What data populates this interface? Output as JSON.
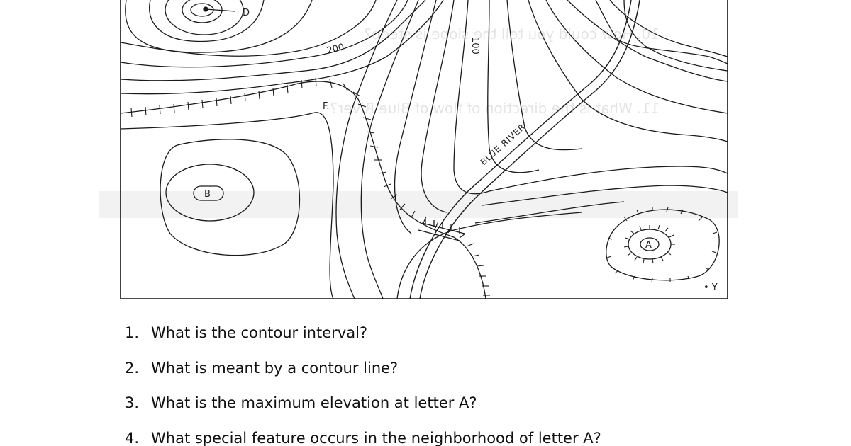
{
  "map": {
    "contour_labels": [
      "200",
      "100"
    ],
    "point_labels": {
      "d": "D",
      "f": "F.",
      "b": "B",
      "a": "A",
      "y": "• Y"
    },
    "river_label": "BLUE RIVER",
    "ghost_text": [
      "10. How could you tell the slope is steep?",
      "11. What is the direction of flow of Blue River?"
    ]
  },
  "questions": [
    {
      "number": "1.",
      "text": "What is the contour interval?"
    },
    {
      "number": "2.",
      "text": "What is meant by a contour line?"
    },
    {
      "number": "3.",
      "text": "What is the maximum elevation at letter A?"
    },
    {
      "number": "4.",
      "text": "What special feature occurs in the neighborhood of letter A?"
    }
  ]
}
